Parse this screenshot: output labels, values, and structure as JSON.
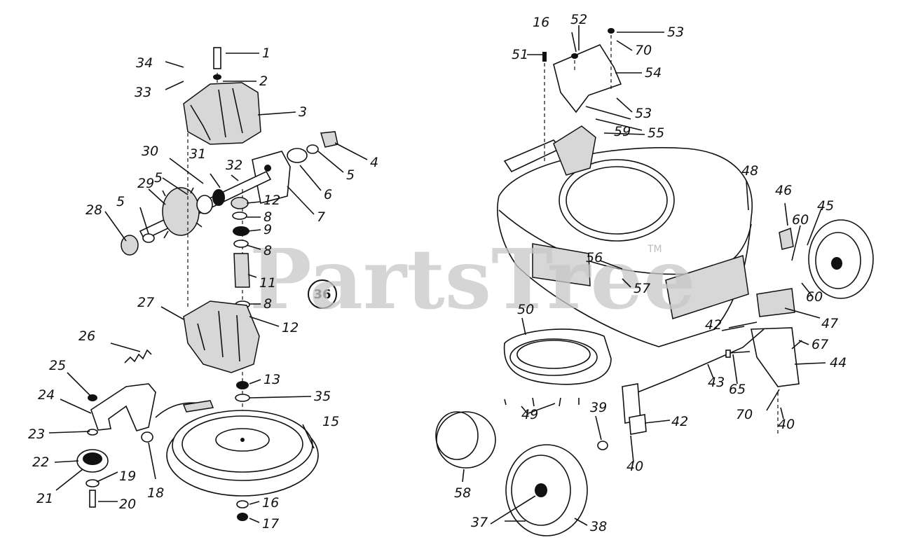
{
  "watermark": {
    "text": "PartsTree",
    "trademark": "TM"
  },
  "diagram_badge": "36",
  "callouts": [
    "1",
    "2",
    "3",
    "4",
    "5",
    "5",
    "5",
    "6",
    "7",
    "8",
    "8",
    "8",
    "9",
    "11",
    "12",
    "12",
    "13",
    "15",
    "16",
    "16",
    "17",
    "18",
    "19",
    "20",
    "21",
    "22",
    "23",
    "24",
    "25",
    "26",
    "27",
    "28",
    "29",
    "30",
    "31",
    "32",
    "33",
    "34",
    "35",
    "37",
    "38",
    "39",
    "40",
    "40",
    "42",
    "42",
    "43",
    "44",
    "45",
    "46",
    "47",
    "48",
    "49",
    "50",
    "51",
    "52",
    "53",
    "53",
    "54",
    "55",
    "56",
    "57",
    "58",
    "59",
    "60",
    "60",
    "65",
    "67",
    "70",
    "70"
  ]
}
